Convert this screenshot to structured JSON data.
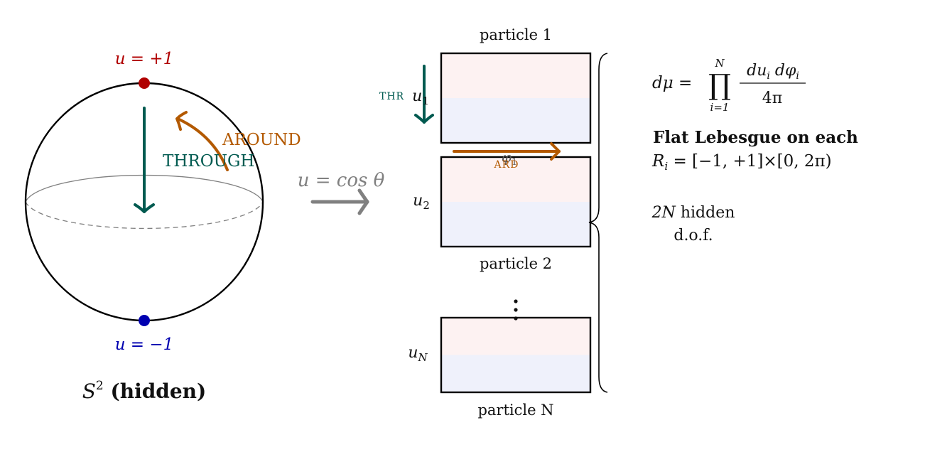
{
  "sphere": {
    "north_label": "u = +1",
    "south_label": "u = −1",
    "caption_main": "S",
    "caption_sup": "2",
    "caption_bold": " (hidden)",
    "label_around": "AROUND",
    "label_through": "THROUGH",
    "colors": {
      "north": "#b00000",
      "south": "#0000b0",
      "through": "#005a50",
      "around": "#b35900",
      "equator": "#808080"
    }
  },
  "map": {
    "label": "u = cos θ",
    "color": "#808080"
  },
  "particles": [
    {
      "name": "particle 1",
      "u_label": "u",
      "u_sub": "1"
    },
    {
      "name": "particle 2",
      "u_label": "u",
      "u_sub": "2"
    },
    {
      "name": "particle N",
      "u_label": "u",
      "u_sub": "N"
    }
  ],
  "inset": {
    "thr_label": "THR",
    "phi_label": "φ",
    "phi_sub": "1",
    "ard_label": "ARD"
  },
  "ellipsis": "⋮",
  "measure": {
    "lhs": "dμ =",
    "prod": "∏",
    "prod_upper": "N",
    "prod_lower": "i=1",
    "numerator": "du",
    "numerator_sub": "i",
    "numerator_rest": " dφ",
    "numerator_sub2": "i",
    "denominator": "4π",
    "heading": "Flat Lebesgue on each",
    "region_symbol": "R",
    "region_sub": "i",
    "region_def": " = [−1, +1]×[0, 2π)"
  },
  "dof": {
    "line1_var": "2N",
    "line1_rest": " hidden",
    "line2": "d.o.f."
  }
}
